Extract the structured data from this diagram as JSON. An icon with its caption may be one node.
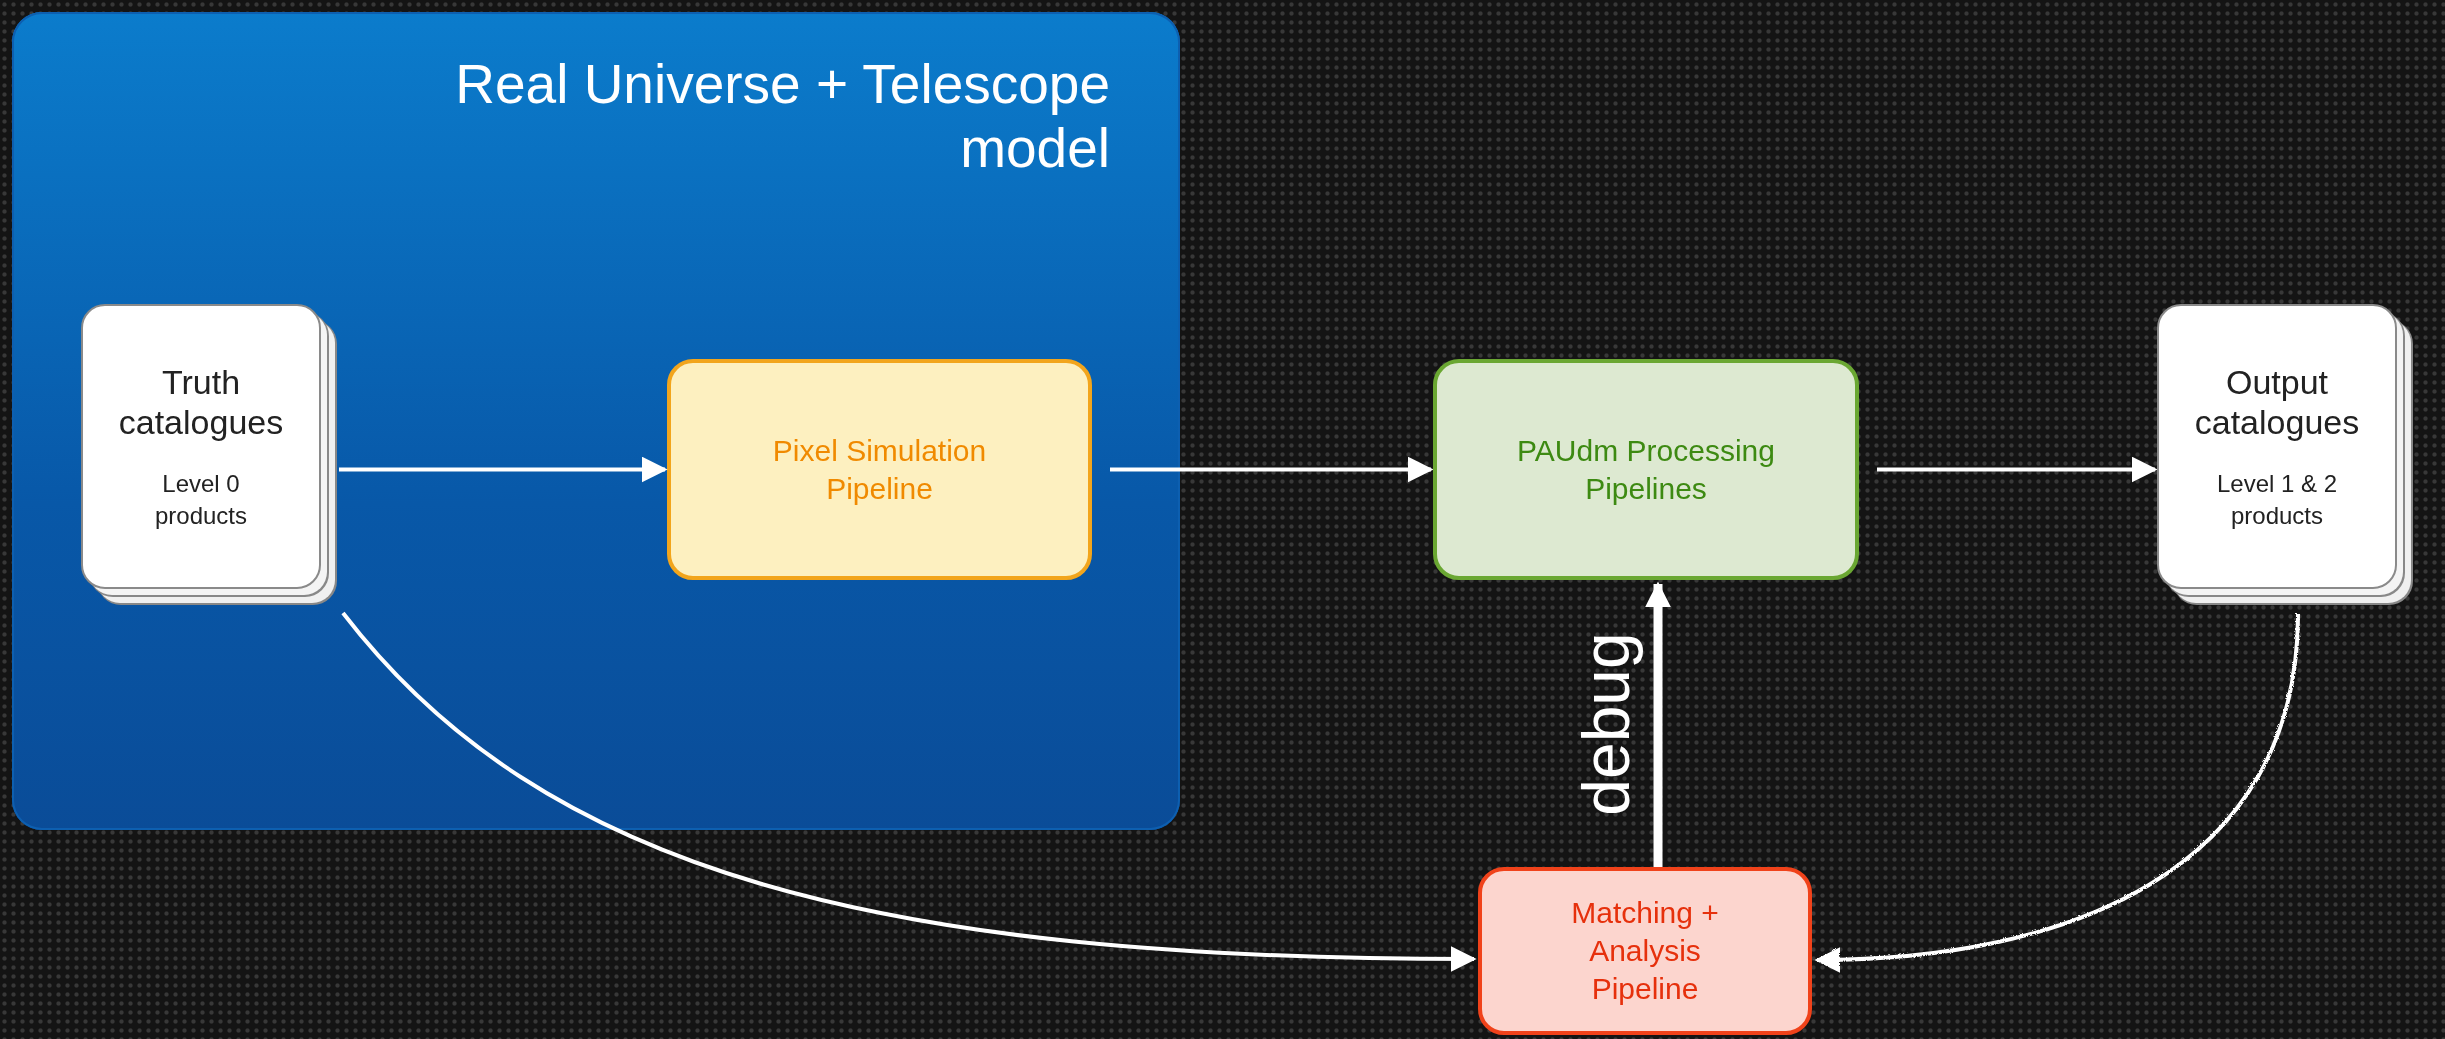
{
  "diagram": {
    "nodes": [
      {
        "text": [
          "Real Universe + Telescope model"
        ]
      },
      {
        "text": [
          "Truth catalogues",
          "Level 0 products"
        ],
        "in": 0
      },
      {
        "text": [
          "Pixel Simulation Pipeline"
        ],
        "in": 0
      },
      {
        "text": [
          "PAUdm Processing Pipelines"
        ]
      },
      {
        "text": [
          "Output catalogues",
          "Level 1 & 2 products"
        ]
      },
      {
        "text": [
          "Matching + Analysis Pipeline"
        ]
      }
    ],
    "edges": [
      {
        "from": 1,
        "to": 2,
        "arrow": "to"
      },
      {
        "from": 2,
        "to": 3,
        "arrow": "to"
      },
      {
        "from": 3,
        "to": 4,
        "arrow": "to"
      },
      {
        "from": 5,
        "to": 3,
        "arrow": "to",
        "label": "debug",
        "style": "thick"
      },
      {
        "from": 1,
        "to": 5,
        "arrow": "to"
      },
      {
        "from": 4,
        "to": 5,
        "arrow": "to"
      }
    ]
  }
}
